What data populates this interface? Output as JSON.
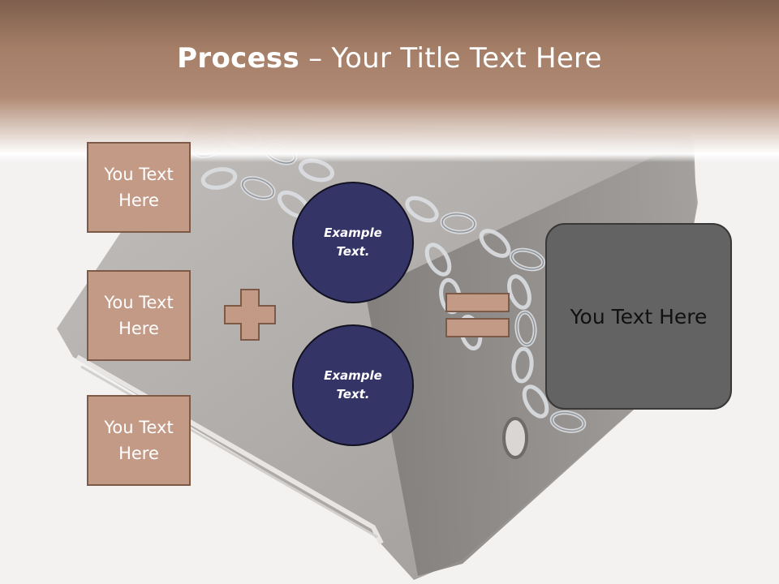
{
  "title": {
    "bold": "Process",
    "rest": " – Your Title Text Here"
  },
  "left_boxes": [
    {
      "label": "You Text Here"
    },
    {
      "label": "You Text Here"
    },
    {
      "label": "You Text Here"
    }
  ],
  "circles": [
    {
      "label": "Example Text."
    },
    {
      "label": "Example Text."
    }
  ],
  "result": {
    "label": "You Text Here"
  },
  "colors": {
    "header_brown": "#a57e68",
    "box_fill": "#c29a86",
    "circle_fill": "#353466",
    "result_fill": "#636363"
  }
}
